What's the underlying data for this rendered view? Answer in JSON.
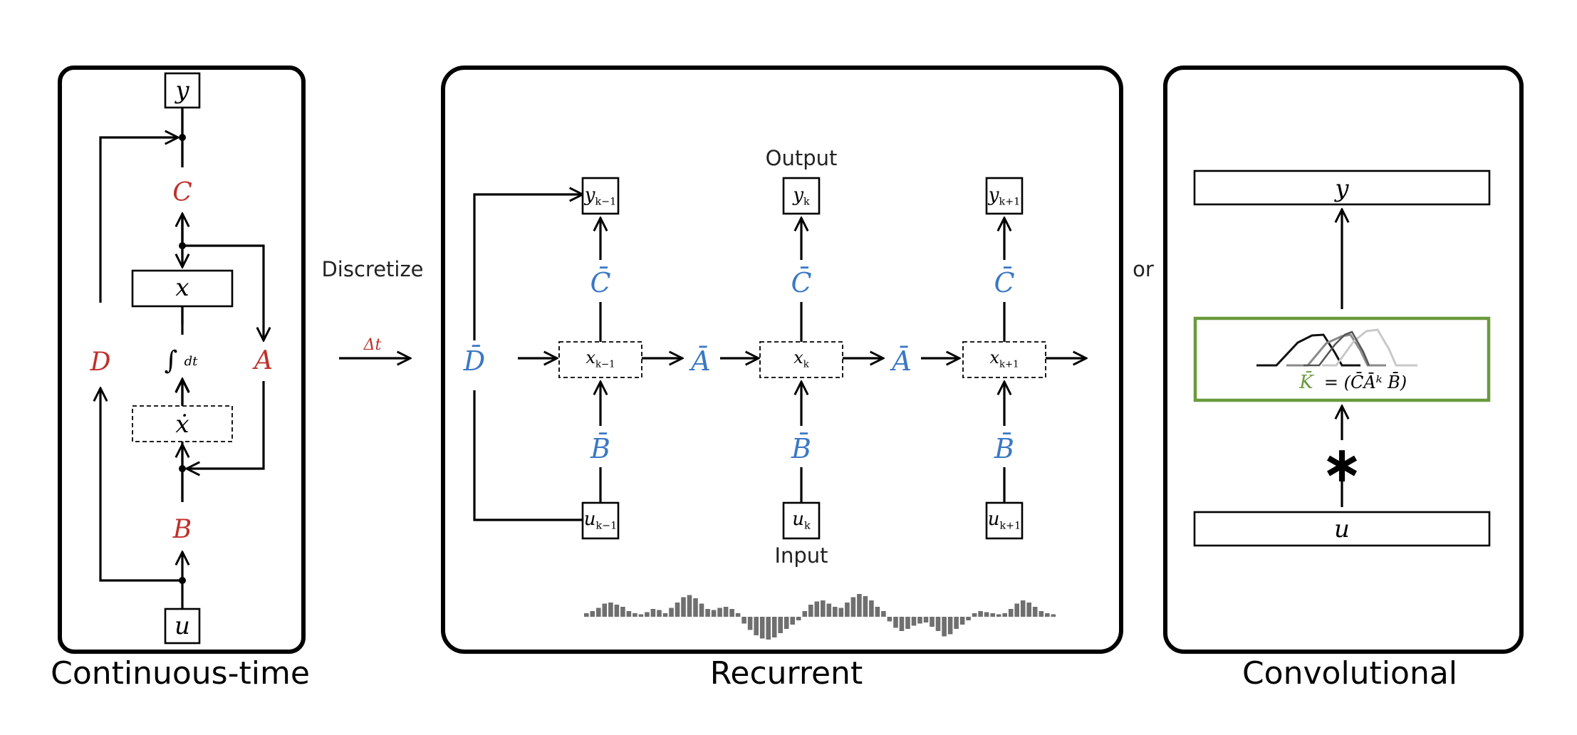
{
  "captions": {
    "continuous": "Continuous-time",
    "recurrent": "Recurrent",
    "convolutional": "Convolutional"
  },
  "between": {
    "discretize": "Discretize",
    "delta_t": "Δt",
    "or": "or"
  },
  "continuous": {
    "y": "y",
    "C": "C",
    "x": "x",
    "integral": "∫",
    "dt": "dt",
    "x_dot": "ẋ",
    "A": "A",
    "B": "B",
    "D": "D",
    "u": "u"
  },
  "recurrent": {
    "output_label": "Output",
    "input_label": "Input",
    "D_bar": "D̄",
    "steps": [
      {
        "y": "y",
        "y_sub": "k−1",
        "C_bar": "C̄",
        "x": "x",
        "x_sub": "k−1",
        "B_bar": "B̄",
        "u": "u",
        "u_sub": "k−1"
      },
      {
        "y": "y",
        "y_sub": "k",
        "C_bar": "C̄",
        "x": "x",
        "x_sub": "k",
        "B_bar": "B̄",
        "u": "u",
        "u_sub": "k"
      },
      {
        "y": "y",
        "y_sub": "k+1",
        "C_bar": "C̄",
        "x": "x",
        "x_sub": "k+1",
        "B_bar": "B̄",
        "u": "u",
        "u_sub": "k+1"
      }
    ],
    "A_bar": "Ā",
    "signal_levels": [
      0.1,
      0.2,
      0.35,
      0.55,
      0.6,
      0.5,
      0.4,
      0.2,
      0.1,
      0.05,
      0.15,
      0.3,
      0.25,
      0.1,
      0.35,
      0.6,
      0.85,
      0.95,
      0.8,
      0.55,
      0.3,
      0.25,
      0.35,
      0.4,
      0.3,
      0.1,
      -0.25,
      -0.55,
      -0.8,
      -0.95,
      -1.0,
      -0.9,
      -0.7,
      -0.5,
      -0.3,
      -0.1,
      0.2,
      0.5,
      0.65,
      0.7,
      0.55,
      0.4,
      0.35,
      0.6,
      0.85,
      1.0,
      0.9,
      0.7,
      0.4,
      0.2,
      -0.15,
      -0.45,
      -0.6,
      -0.5,
      -0.35,
      -0.25,
      -0.2,
      -0.4,
      -0.6,
      -0.85,
      -0.75,
      -0.5,
      -0.3,
      -0.1,
      0.1,
      0.2,
      0.15,
      0.1,
      0.05,
      0.1,
      0.3,
      0.55,
      0.7,
      0.6,
      0.4,
      0.2,
      0.1,
      0.05
    ]
  },
  "convolutional": {
    "y": "y",
    "u": "u",
    "star": "∗",
    "kernel_formula": "= (C̄Āᵏ B̄)",
    "kernel_symbol": "K̄",
    "kernel_color": "#6a9a3e"
  },
  "colors": {
    "continuous_params": "#c0302b",
    "discrete_params": "#3b78c4",
    "kernel_border": "#6a9a3e"
  }
}
